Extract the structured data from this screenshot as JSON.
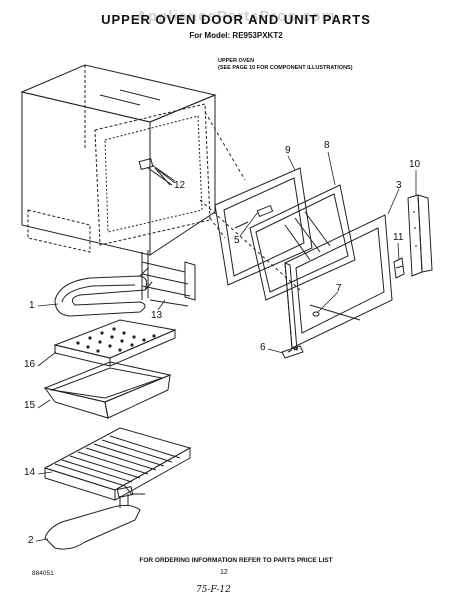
{
  "watermark": "AppliancePartsPros.com",
  "header": {
    "title": "UPPER OVEN DOOR AND UNIT PARTS",
    "model": "For Model: RE953PXKT2"
  },
  "notes": {
    "upper_oven_line1": "UPPER OVEN",
    "upper_oven_line2": "(SEE PAGE 10 FOR COMPONENT ILLUSTRATIONS)"
  },
  "callouts": [
    "1",
    "2",
    "3",
    "5",
    "6",
    "7",
    "8",
    "9",
    "10",
    "11",
    "12",
    "13",
    "14",
    "15",
    "16"
  ],
  "footer": {
    "ordering_info": "FOR ORDERING INFORMATION REFER TO PARTS PRICE LIST",
    "code": "884051",
    "page_number": "12",
    "handwritten": "75-F-12"
  }
}
